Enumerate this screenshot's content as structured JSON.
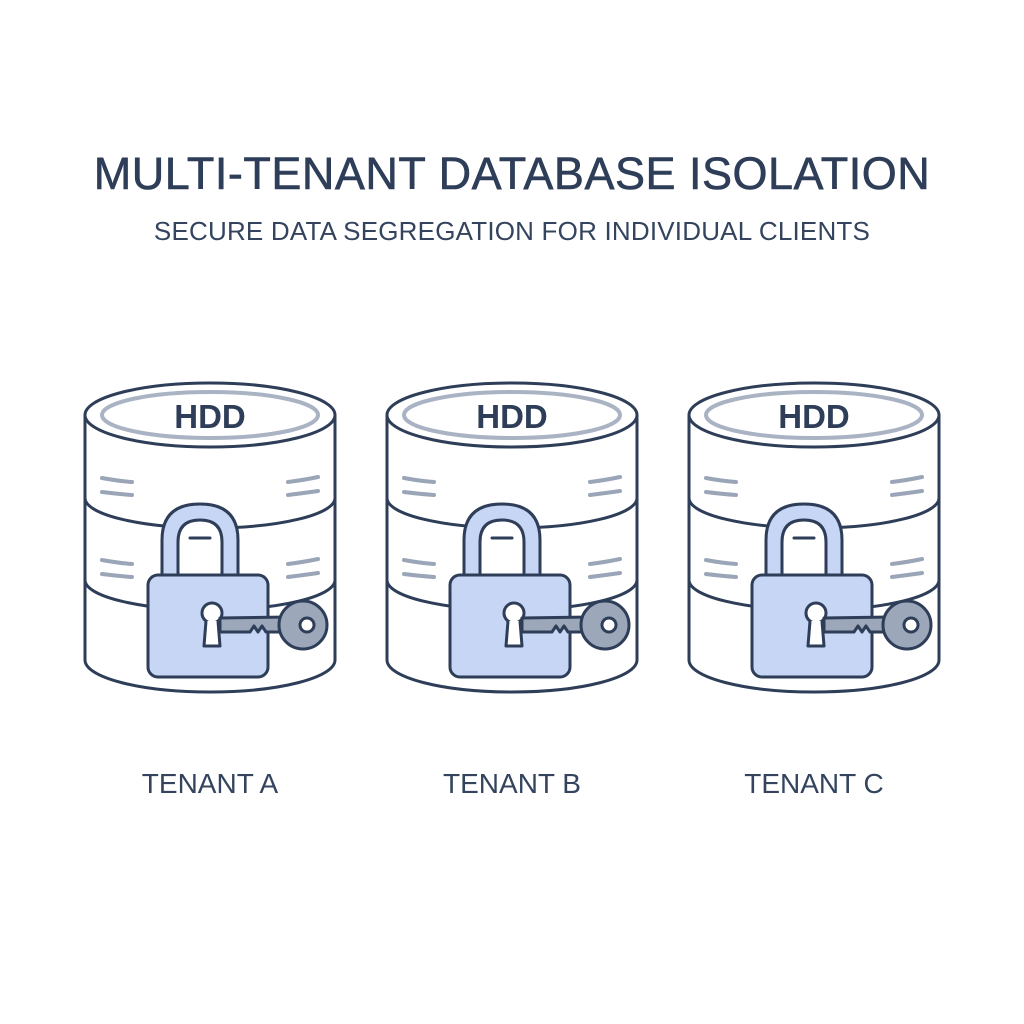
{
  "header": {
    "title": "MULTI-TENANT DATABASE ISOLATION",
    "subtitle": "SECURE DATA SEGREGATION FOR INDIVIDUAL CLIENTS"
  },
  "tenants": [
    {
      "label": "TENANT A",
      "disk_label": "HDD"
    },
    {
      "label": "TENANT B",
      "disk_label": "HDD"
    },
    {
      "label": "TENANT C",
      "disk_label": "HDD"
    }
  ],
  "colors": {
    "outline": "#2e3e58",
    "stripe": "#9aa5b8",
    "top_ring": "#aab3c4",
    "lock_fill": "#c6d6f4",
    "key_fill": "#9ca7ba",
    "text": "#2e3e58"
  }
}
